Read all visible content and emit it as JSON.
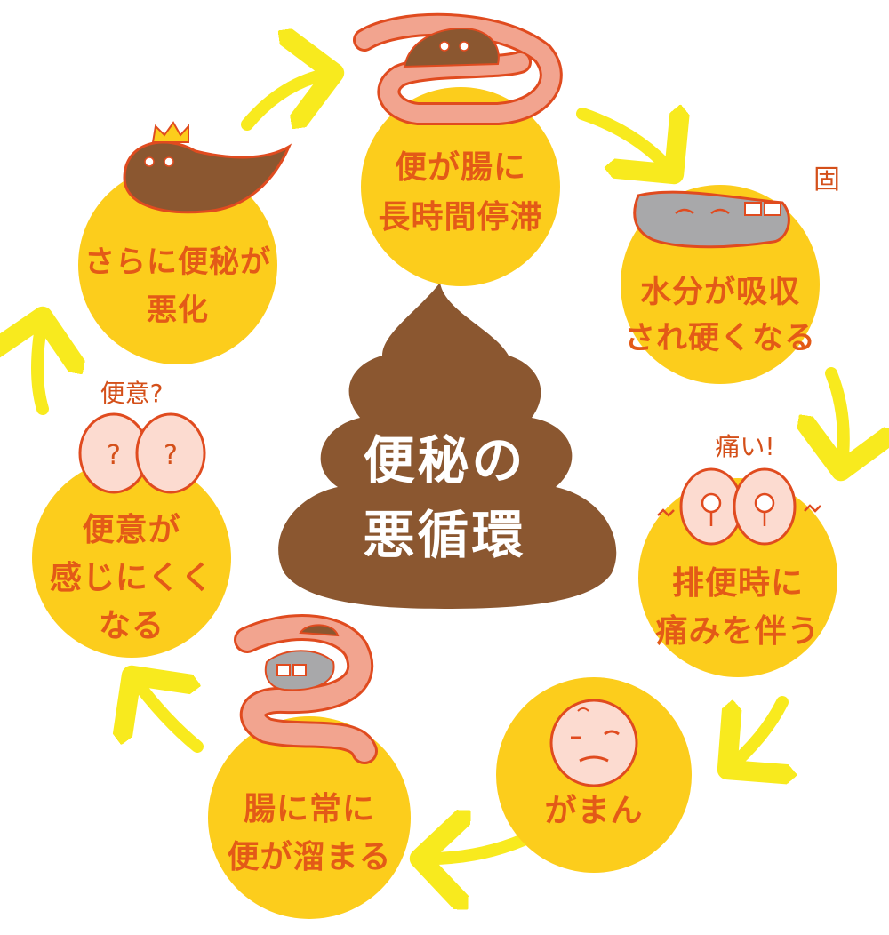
{
  "title": {
    "line1": "便秘の",
    "line2": "悪循環"
  },
  "steps": [
    {
      "line1": "便が腸に",
      "line2": "長時間停滞"
    },
    {
      "line1": "水分が吸収",
      "line2": "され硬くなる"
    },
    {
      "line1": "排便時に",
      "line2": "痛みを伴う"
    },
    {
      "line1": "がまん"
    },
    {
      "line1": "腸に常に",
      "line2": "便が溜まる"
    },
    {
      "line1": "便意が",
      "line2": "感じにくく",
      "line3": "なる"
    },
    {
      "line1": "さらに便秘が",
      "line2": "悪化"
    }
  ],
  "notes": {
    "hard": "固",
    "pain": "痛い!",
    "urge": "便意?",
    "q1": "?",
    "q2": "?"
  },
  "colors": {
    "circle": "#fccd1c",
    "text": "#e35a17",
    "arrow": "#f8ea1e",
    "poop": "#8b5730",
    "intestine": "#f2a48f",
    "outline": "#e04b1f",
    "stone": "#a8a8aa"
  }
}
